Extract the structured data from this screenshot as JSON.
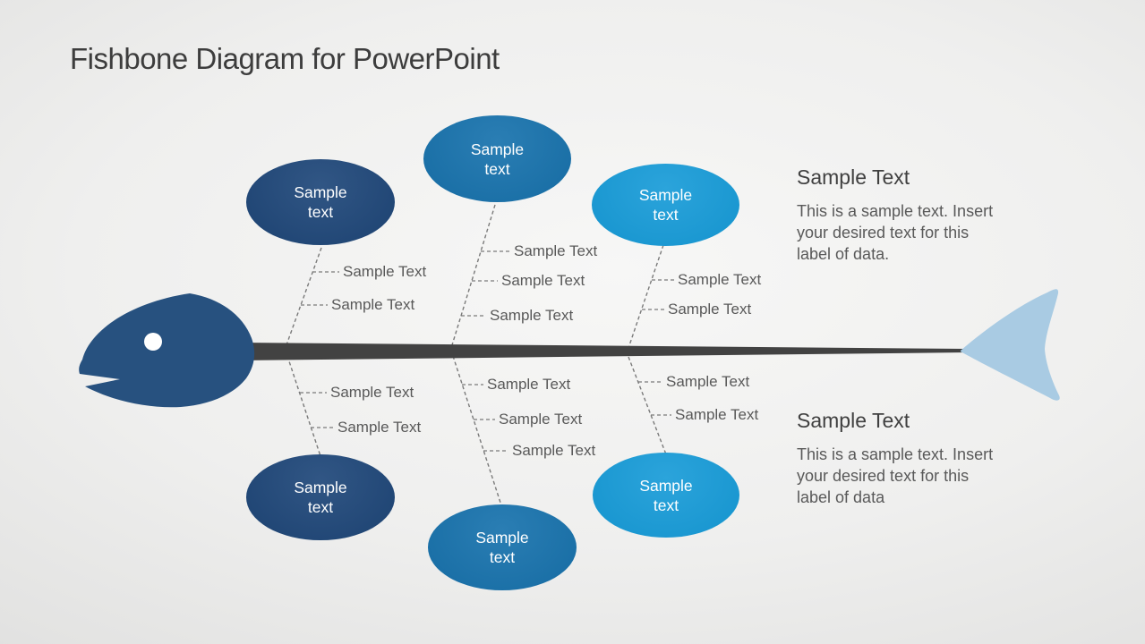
{
  "slide": {
    "title": "Fishbone Diagram for PowerPoint"
  },
  "causes": [
    {
      "id": "top-left",
      "label": "Sample\ntext"
    },
    {
      "id": "top-middle",
      "label": "Sample\ntext"
    },
    {
      "id": "top-right",
      "label": "Sample\ntext"
    },
    {
      "id": "bottom-left",
      "label": "Sample\ntext"
    },
    {
      "id": "bottom-middle",
      "label": "Sample\ntext"
    },
    {
      "id": "bottom-right",
      "label": "Sample\ntext"
    }
  ],
  "bones": {
    "top_left": {
      "labels": [
        "Sample Text",
        "Sample Text"
      ]
    },
    "top_middle": {
      "labels": [
        "Sample Text",
        "Sample Text",
        "Sample Text"
      ]
    },
    "top_right": {
      "labels": [
        "Sample Text",
        "Sample Text"
      ]
    },
    "bottom_left": {
      "labels": [
        "Sample Text",
        "Sample Text"
      ]
    },
    "bottom_middle": {
      "labels": [
        "Sample Text",
        "Sample Text",
        "Sample Text"
      ]
    },
    "bottom_right": {
      "labels": [
        "Sample Text",
        "Sample Text"
      ]
    }
  },
  "annotations": {
    "top": {
      "heading": "Sample Text",
      "body": "This is a sample text. Insert\nyour desired text for this\nlabel of data."
    },
    "bottom": {
      "heading": "Sample Text",
      "body": "This is a sample text. Insert\nyour desired text for this\nlabel of data"
    }
  },
  "colors": {
    "cause_dark_navy": "#21497b",
    "cause_medium_blue": "#1a74ae",
    "cause_bright_blue": "#199cd8",
    "fish_head": "#27517f",
    "fish_tail": "#a9cbe3",
    "spine": "#424242",
    "bone_line": "#7a7a7a",
    "label_text": "#595959",
    "title_text": "#3d3d3d",
    "ellipse_text": "#ffffff"
  }
}
